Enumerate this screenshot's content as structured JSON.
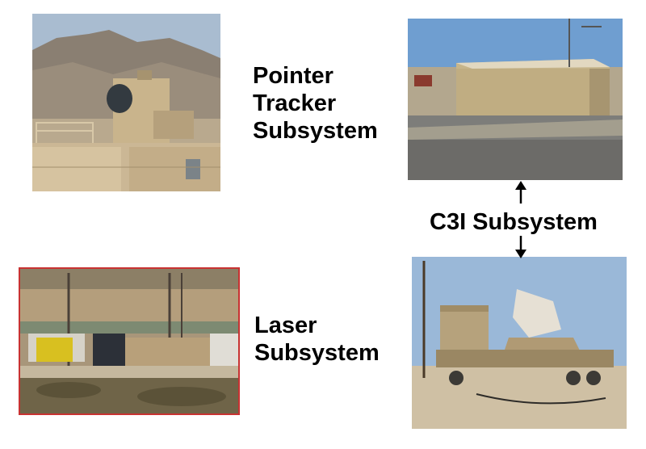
{
  "labels": {
    "pointer_tracker": [
      "Pointer",
      "Tracker",
      "Subsystem"
    ],
    "laser": [
      "Laser",
      "Subsystem"
    ],
    "c3i": "C3I Subsystem"
  },
  "photos": {
    "pointer_tracker": "pointer-tracker-photo",
    "c3i_shelter": "c3i-shelter-photo",
    "laser": "laser-photo",
    "c3i_radar": "c3i-radar-photo"
  },
  "colors": {
    "text": "#000000",
    "laser_photo_border": "#c83232",
    "equipment_tan": "#c8b48c",
    "sky": "#9ab8d8"
  }
}
